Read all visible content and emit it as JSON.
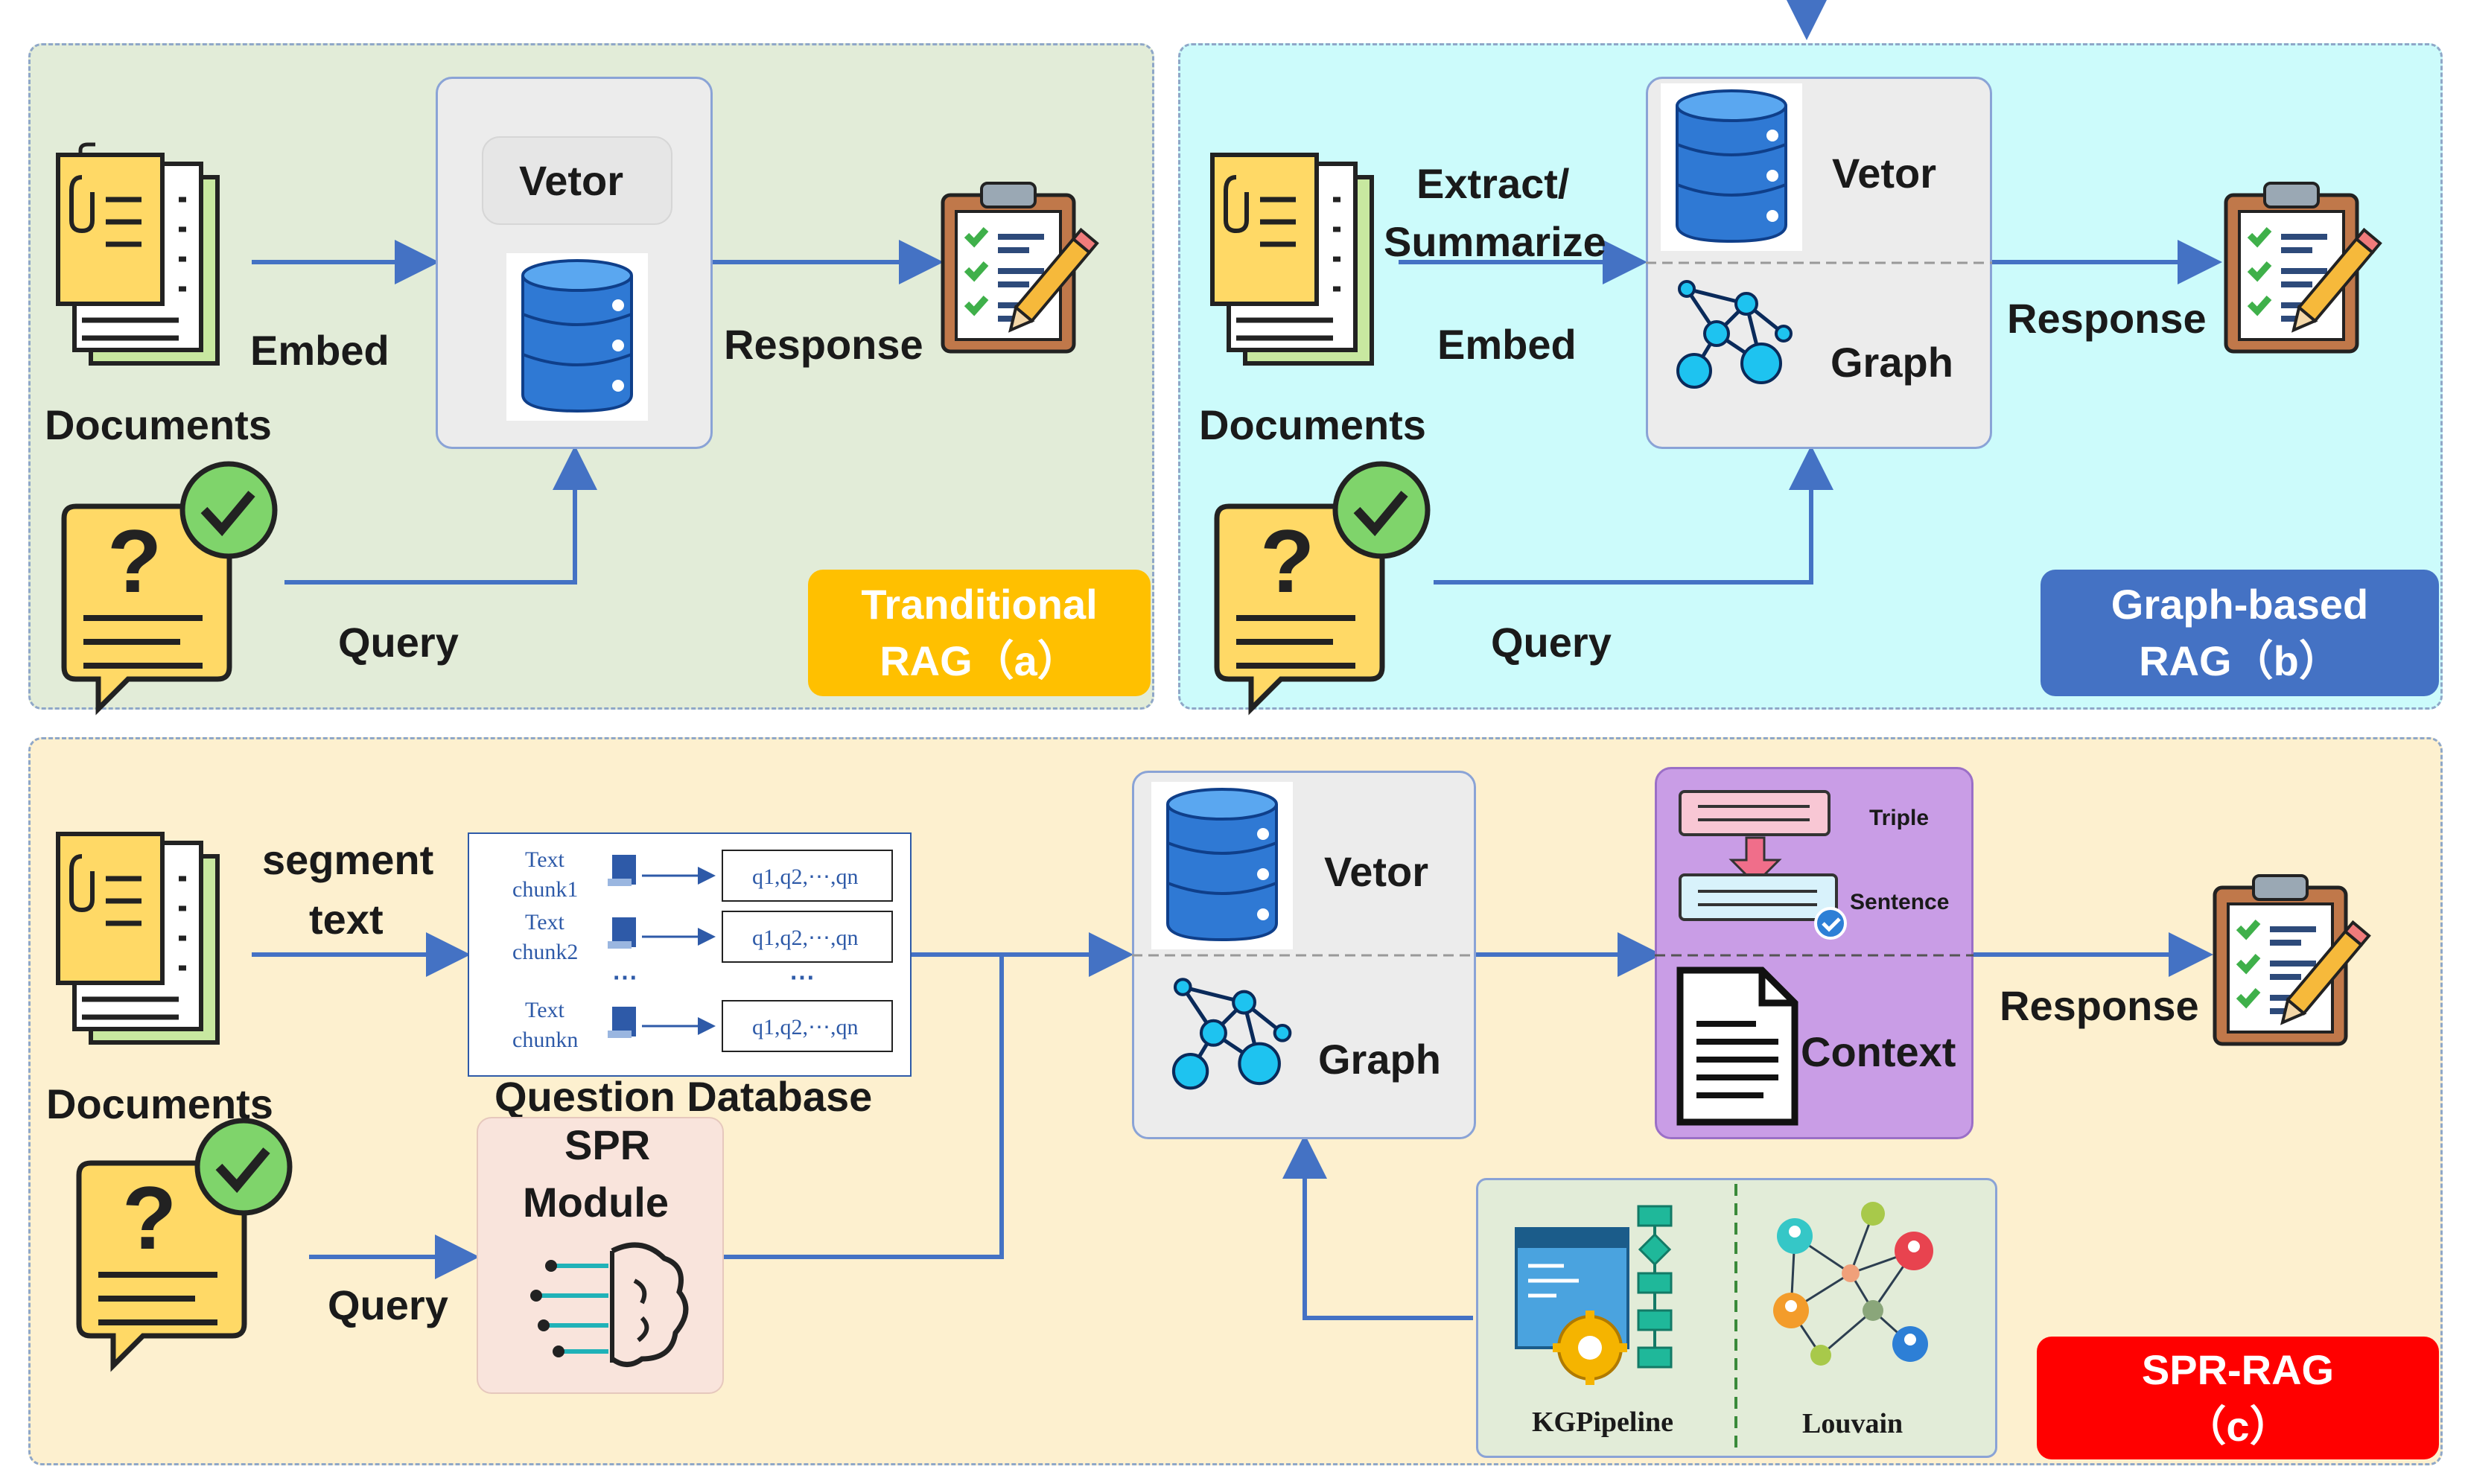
{
  "panel_a": {
    "documents": "Documents",
    "embed": "Embed",
    "vector": "Vetor",
    "response": "Response",
    "query": "Query",
    "badge_line1": "Tranditional",
    "badge_line2": "RAG（a）",
    "badge_color": "#ffc000",
    "bg_color": "#e2ecd8"
  },
  "panel_b": {
    "extract": "Extract/",
    "summarize": "Summarize",
    "embed": "Embed",
    "documents": "Documents",
    "vector": "Vetor",
    "graph": "Graph",
    "response": "Response",
    "query": "Query",
    "badge_line1": "Graph-based",
    "badge_line2": "RAG（b）",
    "badge_color": "#4472c4",
    "bg_color": "#ccfbfb"
  },
  "panel_c": {
    "segment1": "segment",
    "segment2": "text",
    "documents": "Documents",
    "query": "Query",
    "question_db": {
      "title": "Question Database",
      "rows": [
        {
          "chunk_top": "Text",
          "chunk_bottom": "chunk1",
          "questions": "q1,q2,⋯,qn"
        },
        {
          "chunk_top": "Text",
          "chunk_bottom": "chunk2",
          "questions": "q1,q2,⋯,qn"
        },
        {
          "chunk_top": "Text",
          "chunk_bottom": "chunkn",
          "questions": "q1,q2,⋯,qn"
        }
      ],
      "ellipsis": "⋯"
    },
    "spr_line1": "SPR",
    "spr_line2": "Module",
    "vector": "Vetor",
    "graph": "Graph",
    "triple": "Triple",
    "sentence": "Sentence",
    "context": "Context",
    "response": "Response",
    "kgpipeline": "KGPipeline",
    "louvain": "Louvain",
    "badge_line1": "SPR-RAG",
    "badge_line2": "（c）",
    "badge_color": "#ff0000",
    "bg_color": "#fdf0cf"
  }
}
